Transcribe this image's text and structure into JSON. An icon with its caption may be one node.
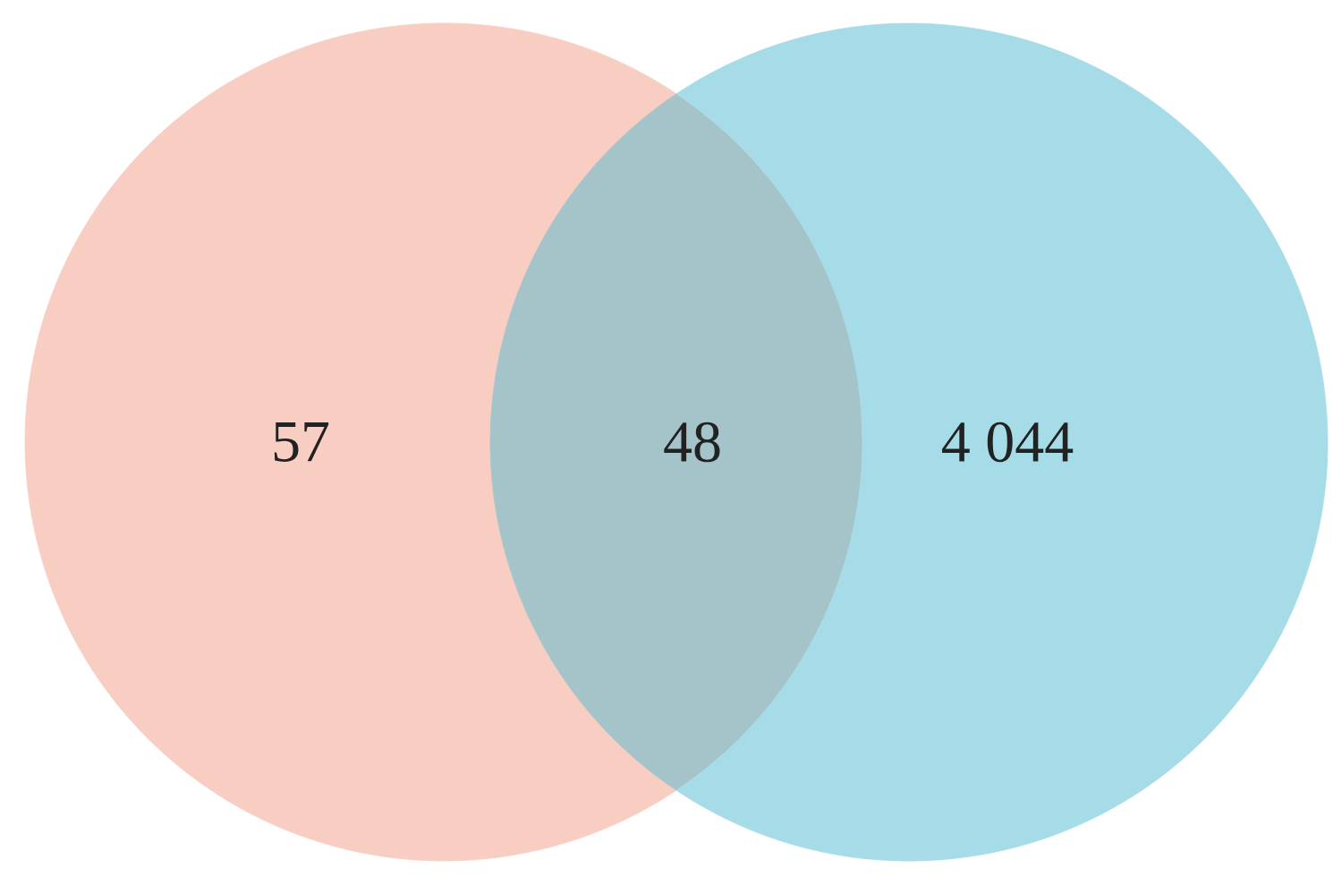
{
  "diagram": {
    "nodes": [
      {
        "text": [
          "57"
        ]
      },
      {
        "text": [
          "48"
        ]
      },
      {
        "text": [
          "4 044"
        ]
      }
    ]
  }
}
